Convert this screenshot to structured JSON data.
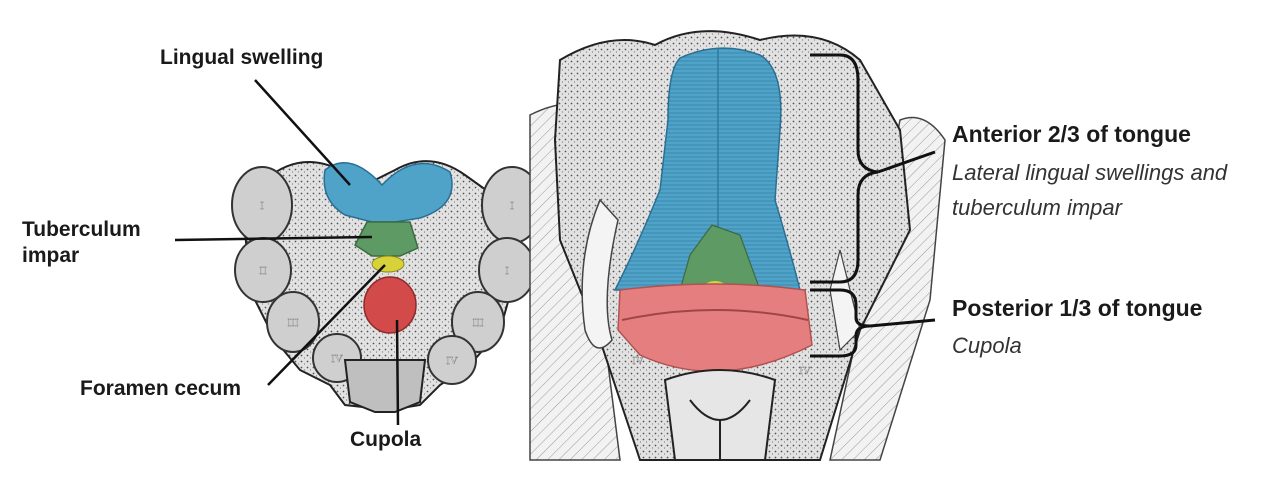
{
  "labels": {
    "lingual_swelling": "Lingual swelling",
    "tuberculum_impar_line1": "Tuberculum",
    "tuberculum_impar_line2": "impar",
    "foramen_cecum": "Foramen cecum",
    "cupola": "Cupola",
    "anterior_title": "Anterior 2/3 of tongue",
    "anterior_sub1": "Lateral lingual swellings and",
    "anterior_sub2": "tuberculum impar",
    "posterior_title": "Posterior 1/3 of tongue",
    "posterior_sub": "Cupola"
  },
  "arch_numerals": {
    "I": "I",
    "II": "II",
    "III": "III",
    "IV": "IV"
  },
  "colors": {
    "lingual_blue": "#4fa3c9",
    "tuberculum_green": "#5e9a63",
    "foramen_yellow": "#d8d23a",
    "cupola_red_left": "#d24a4a",
    "cupola_pink_right": "#e57f7f",
    "tissue_gray": "#bdbdbd",
    "arch_gray": "#c9c9c9"
  }
}
